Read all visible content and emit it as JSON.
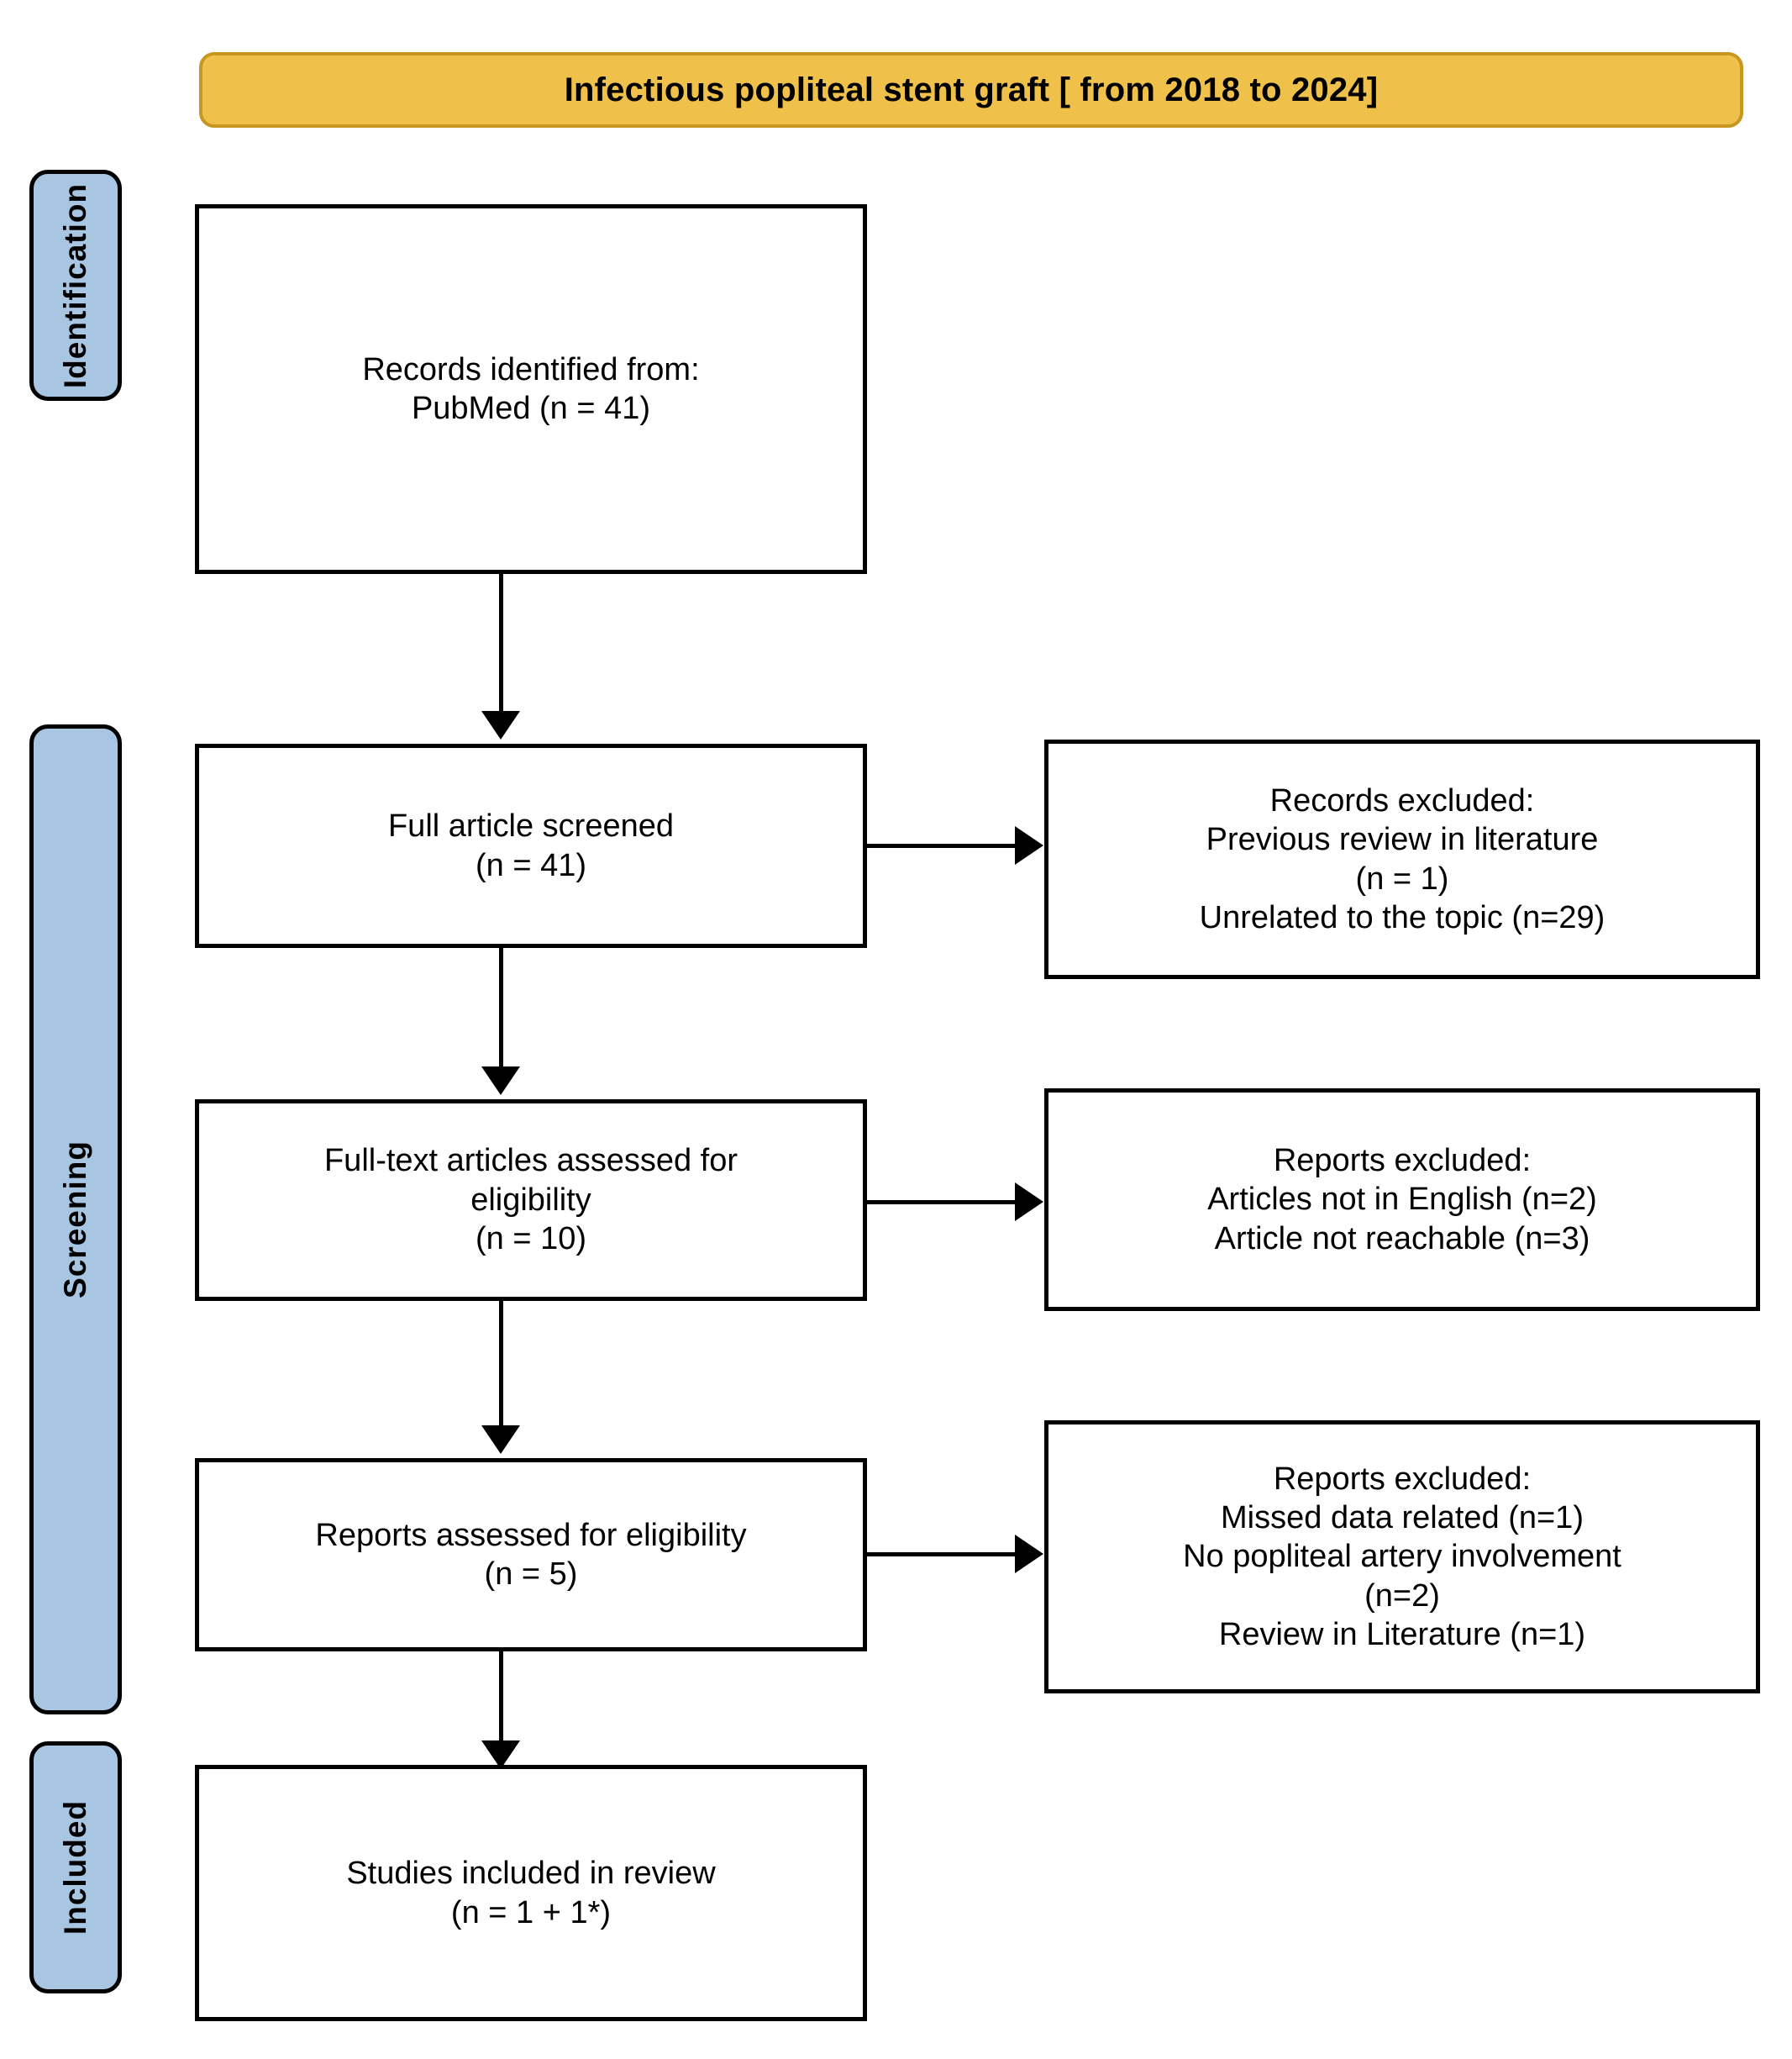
{
  "title": {
    "text": "Infectious popliteal stent graft [ from 2018 to 2024]",
    "background_color": "#EFC04A",
    "border_color": "#C79721"
  },
  "colors": {
    "stage_label_background": "#A8C6E2",
    "box_border": "#000000",
    "box_background": "#FFFFFF",
    "connector": "#000000"
  },
  "stages": [
    {
      "label": "Identification"
    },
    {
      "label": "Screening"
    },
    {
      "label": "Included"
    }
  ],
  "flow_boxes": [
    {
      "id": "records-identified",
      "text": "Records identified from:\nPubMed (n = 41)"
    },
    {
      "id": "full-article-screened",
      "text": "Full article screened\n(n = 41)"
    },
    {
      "id": "records-excluded",
      "text": "Records excluded:\nPrevious review in literature\n(n = 1)\nUnrelated to the topic (n=29)"
    },
    {
      "id": "full-text-assessed",
      "text": "Full-text articles assessed for\neligibility\n(n = 10)"
    },
    {
      "id": "reports-excluded-1",
      "text": "Reports excluded:\nArticles not in English (n=2)\nArticle not reachable (n=3)"
    },
    {
      "id": "reports-assessed",
      "text": "Reports assessed for eligibility\n(n = 5)"
    },
    {
      "id": "reports-excluded-2",
      "text": "Reports excluded:\nMissed data related (n=1)\nNo popliteal artery involvement\n(n=2)\nReview in Literature (n=1)"
    },
    {
      "id": "studies-included",
      "text": "Studies included in review\n(n = 1 + 1*)"
    }
  ],
  "chart_data": {
    "type": "diagram",
    "title": "Infectious popliteal stent graft [ from 2018 to 2024]",
    "diagram_kind": "PRISMA flow diagram",
    "stages": [
      "Identification",
      "Screening",
      "Included"
    ],
    "nodes": [
      {
        "id": "records-identified",
        "stage": "Identification",
        "label": "Records identified from: PubMed",
        "n": 41
      },
      {
        "id": "full-article-screened",
        "stage": "Screening",
        "label": "Full article screened",
        "n": 41
      },
      {
        "id": "records-excluded",
        "stage": "Screening",
        "label": "Records excluded",
        "reasons": [
          {
            "reason": "Previous review in literature",
            "n": 1
          },
          {
            "reason": "Unrelated to the topic",
            "n": 29
          }
        ]
      },
      {
        "id": "full-text-assessed",
        "stage": "Screening",
        "label": "Full-text articles assessed for eligibility",
        "n": 10
      },
      {
        "id": "reports-excluded-1",
        "stage": "Screening",
        "label": "Reports excluded",
        "reasons": [
          {
            "reason": "Articles not in English",
            "n": 2
          },
          {
            "reason": "Article not reachable",
            "n": 3
          }
        ]
      },
      {
        "id": "reports-assessed",
        "stage": "Screening",
        "label": "Reports assessed for eligibility",
        "n": 5
      },
      {
        "id": "reports-excluded-2",
        "stage": "Screening",
        "label": "Reports excluded",
        "reasons": [
          {
            "reason": "Missed data related",
            "n": 1
          },
          {
            "reason": "No popliteal artery involvement",
            "n": 2
          },
          {
            "reason": "Review in Literature",
            "n": 1
          }
        ]
      },
      {
        "id": "studies-included",
        "stage": "Included",
        "label": "Studies included in review",
        "n": "1 + 1*"
      }
    ],
    "edges": [
      {
        "from": "records-identified",
        "to": "full-article-screened",
        "direction": "down"
      },
      {
        "from": "full-article-screened",
        "to": "records-excluded",
        "direction": "right"
      },
      {
        "from": "full-article-screened",
        "to": "full-text-assessed",
        "direction": "down"
      },
      {
        "from": "full-text-assessed",
        "to": "reports-excluded-1",
        "direction": "right"
      },
      {
        "from": "full-text-assessed",
        "to": "reports-assessed",
        "direction": "down"
      },
      {
        "from": "reports-assessed",
        "to": "reports-excluded-2",
        "direction": "right"
      },
      {
        "from": "reports-assessed",
        "to": "studies-included",
        "direction": "down"
      }
    ]
  }
}
